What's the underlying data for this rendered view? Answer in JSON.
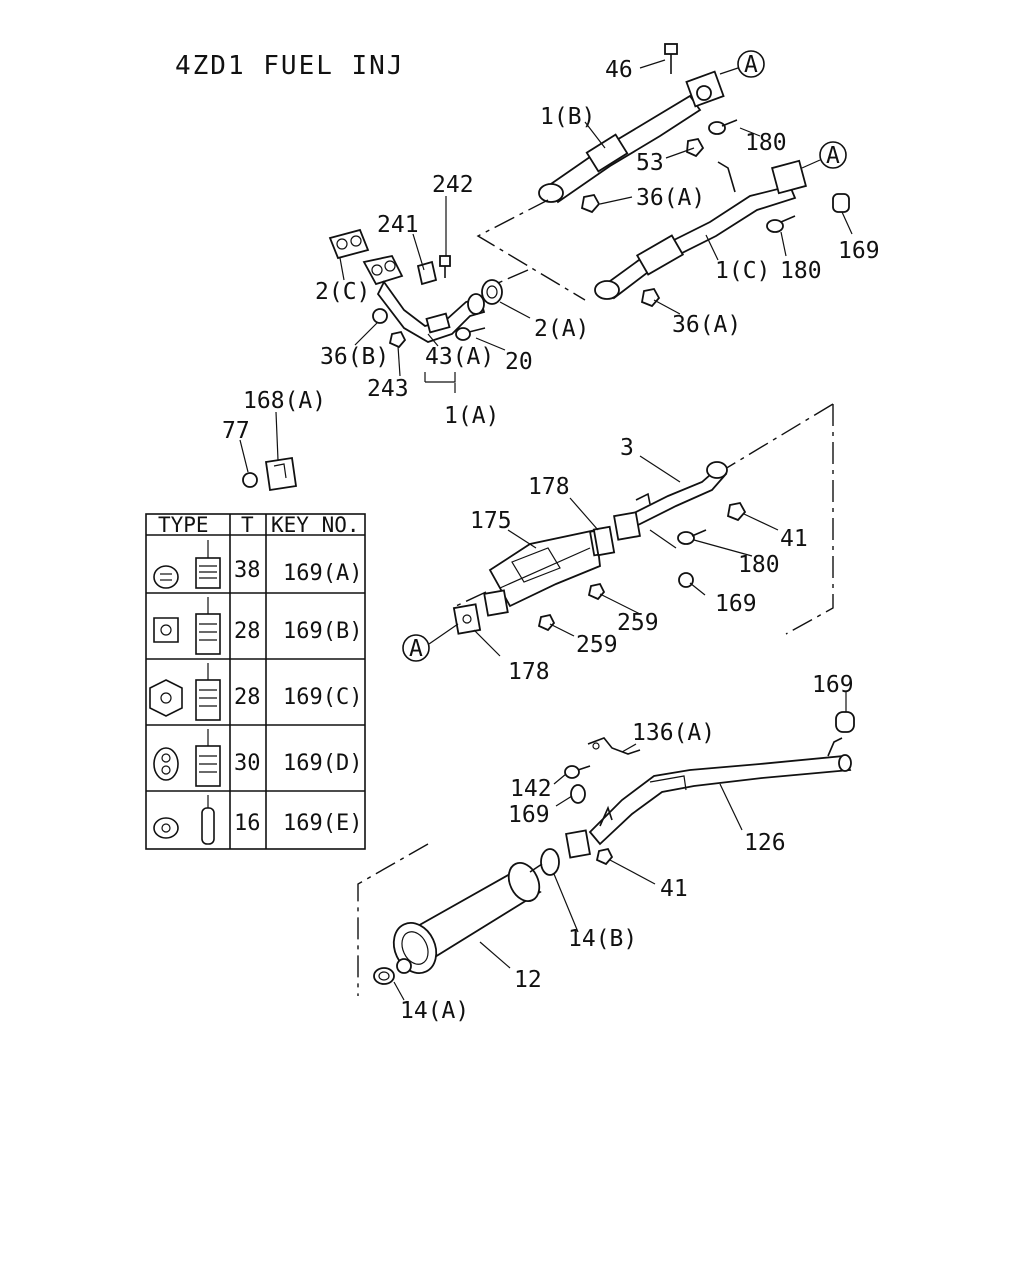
{
  "title": "4ZD1 FUEL INJ",
  "labels": {
    "l46": "46",
    "l1b": "1(B)",
    "l180a": "180",
    "l53": "53",
    "l36a_top": "36(A)",
    "l242": "242",
    "l241": "241",
    "l2c": "2(C)",
    "l2a": "2(A)",
    "l1c": "1(C)",
    "l180b": "180",
    "l169_top": "169",
    "l36a_bottom": "36(A)",
    "l36b": "36(B)",
    "l43a": "43(A)",
    "l20": "20",
    "l243": "243",
    "l1a": "1(A)",
    "l168a": "168(A)",
    "l77": "77",
    "l3": "3",
    "l178_top": "178",
    "l175": "175",
    "l41_mid": "41",
    "l180c": "180",
    "l259a": "259",
    "l259b": "259",
    "l169_mid": "169",
    "l178_bottom": "178",
    "l169_right": "169",
    "l136a": "136(A)",
    "l142": "142",
    "l169_low": "169",
    "l126": "126",
    "l41_low": "41",
    "l14b": "14(B)",
    "l12": "12",
    "l14a": "14(A)",
    "circleA_1": "A",
    "circleA_2": "A",
    "circleA_3": "A"
  },
  "table": {
    "headers": [
      "TYPE",
      "T",
      "KEY NO."
    ],
    "rows": [
      {
        "t": "38",
        "key": "169(A)"
      },
      {
        "t": "28",
        "key": "169(B)"
      },
      {
        "t": "28",
        "key": "169(C)"
      },
      {
        "t": "30",
        "key": "169(D)"
      },
      {
        "t": "16",
        "key": "169(E)"
      }
    ]
  }
}
